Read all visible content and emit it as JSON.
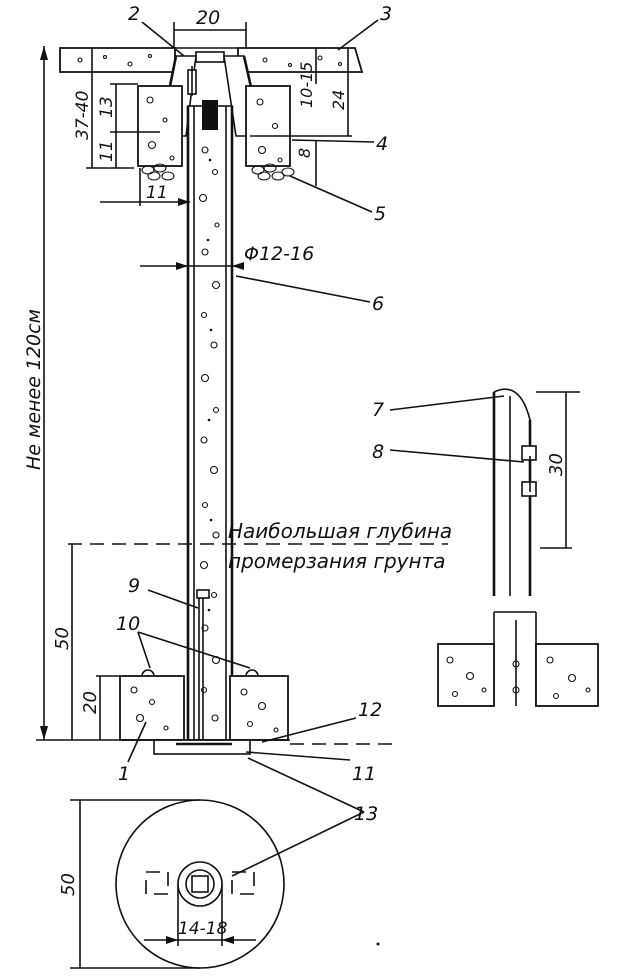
{
  "dimensions": {
    "top_width": "20",
    "min_depth": "Не менее  120см",
    "depth_37_40": "37-40",
    "depth_13": "13",
    "depth_11_left": "11",
    "width_11": "11",
    "depth_10_15": "10-15",
    "depth_24": "24",
    "depth_8": "8",
    "diameter": "Φ12-16",
    "depth_50": "50",
    "depth_20": "20",
    "side_30": "30",
    "plan_50": "50",
    "plan_14_18": "14-18"
  },
  "notes": {
    "frost_line_1": "Наибольшая глубина",
    "frost_line_2": "промерзания грунта"
  },
  "callouts": [
    "1",
    "2",
    "3",
    "4",
    "5",
    "6",
    "7",
    "8",
    "9",
    "10",
    "11",
    "12",
    "13"
  ]
}
